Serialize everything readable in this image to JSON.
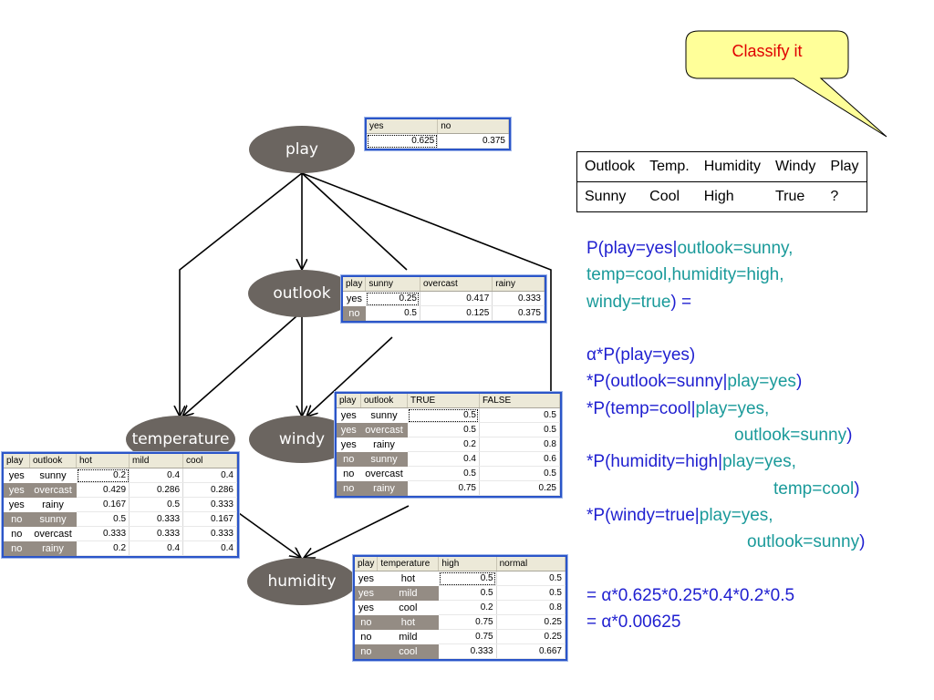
{
  "nodes": {
    "play": "play",
    "outlook": "outlook",
    "temperature": "temperature",
    "windy": "windy",
    "humidity": "humidity"
  },
  "callout": {
    "label": "Classify it",
    "fill": "#ffff99",
    "text_color": "#e00000"
  },
  "instance": {
    "headers": [
      "Outlook",
      "Temp.",
      "Humidity",
      "Windy",
      "Play"
    ],
    "values": [
      "Sunny",
      "Cool",
      "High",
      "True",
      "?"
    ]
  },
  "cpt_play": {
    "headers": [
      "yes",
      "no"
    ],
    "rows": [
      [
        "0.625",
        "0.375"
      ]
    ]
  },
  "cpt_outlook": {
    "headers": [
      "play",
      "sunny",
      "overcast",
      "rainy"
    ],
    "rows": [
      {
        "cond": [
          "yes"
        ],
        "vals": [
          "0.25",
          "0.417",
          "0.333"
        ]
      },
      {
        "cond": [
          "no"
        ],
        "vals": [
          "0.5",
          "0.125",
          "0.375"
        ]
      }
    ]
  },
  "cpt_windy": {
    "headers": [
      "play",
      "outlook",
      "TRUE",
      "FALSE"
    ],
    "rows": [
      {
        "cond": [
          "yes",
          "sunny"
        ],
        "vals": [
          "0.5",
          "0.5"
        ]
      },
      {
        "cond": [
          "yes",
          "overcast"
        ],
        "vals": [
          "0.5",
          "0.5"
        ]
      },
      {
        "cond": [
          "yes",
          "rainy"
        ],
        "vals": [
          "0.2",
          "0.8"
        ]
      },
      {
        "cond": [
          "no",
          "sunny"
        ],
        "vals": [
          "0.4",
          "0.6"
        ]
      },
      {
        "cond": [
          "no",
          "overcast"
        ],
        "vals": [
          "0.5",
          "0.5"
        ]
      },
      {
        "cond": [
          "no",
          "rainy"
        ],
        "vals": [
          "0.75",
          "0.25"
        ]
      }
    ]
  },
  "cpt_temperature": {
    "headers": [
      "play",
      "outlook",
      "hot",
      "mild",
      "cool"
    ],
    "rows": [
      {
        "cond": [
          "yes",
          "sunny"
        ],
        "vals": [
          "0.2",
          "0.4",
          "0.4"
        ]
      },
      {
        "cond": [
          "yes",
          "overcast"
        ],
        "vals": [
          "0.429",
          "0.286",
          "0.286"
        ]
      },
      {
        "cond": [
          "yes",
          "rainy"
        ],
        "vals": [
          "0.167",
          "0.5",
          "0.333"
        ]
      },
      {
        "cond": [
          "no",
          "sunny"
        ],
        "vals": [
          "0.5",
          "0.333",
          "0.167"
        ]
      },
      {
        "cond": [
          "no",
          "overcast"
        ],
        "vals": [
          "0.333",
          "0.333",
          "0.333"
        ]
      },
      {
        "cond": [
          "no",
          "rainy"
        ],
        "vals": [
          "0.2",
          "0.4",
          "0.4"
        ]
      }
    ]
  },
  "cpt_humidity": {
    "headers": [
      "play",
      "temperature",
      "high",
      "normal"
    ],
    "rows": [
      {
        "cond": [
          "yes",
          "hot"
        ],
        "vals": [
          "0.5",
          "0.5"
        ]
      },
      {
        "cond": [
          "yes",
          "mild"
        ],
        "vals": [
          "0.5",
          "0.5"
        ]
      },
      {
        "cond": [
          "yes",
          "cool"
        ],
        "vals": [
          "0.2",
          "0.8"
        ]
      },
      {
        "cond": [
          "no",
          "hot"
        ],
        "vals": [
          "0.75",
          "0.25"
        ]
      },
      {
        "cond": [
          "no",
          "mild"
        ],
        "vals": [
          "0.75",
          "0.25"
        ]
      },
      {
        "cond": [
          "no",
          "cool"
        ],
        "vals": [
          "0.333",
          "0.667"
        ]
      }
    ]
  },
  "formula": {
    "l1a": "P(play=yes|",
    "l1b": "outlook=sunny,",
    "l2": "temp=cool,humidity=high,",
    "l3a": "windy=true",
    "l3b": ") =",
    "l4a": "α",
    "l4b": "*P(play=yes)",
    "l5a": "*P(outlook=sunny|",
    "l5b": "play=yes",
    "l5c": ")",
    "l6a": "*P(temp=cool|",
    "l6b": "play=yes,",
    "l7a": "outlook=sunny",
    "l7b": ")",
    "l8a": "*P(humidity=high|",
    "l8b": "play=yes,",
    "l9a": "temp=cool",
    "l9b": ")",
    "l10a": "*P(windy=true|",
    "l10b": "play=yes,",
    "l11a": "outlook=sunny",
    "l11b": ")",
    "l12": "= α*0.625*0.25*0.4*0.2*0.5",
    "l13": "= α*0.00625"
  },
  "colors": {
    "node": "#6b6560",
    "cpt_border": "#2b55c8",
    "formula_blue": "#1f1fd0",
    "formula_teal": "#1a9a9a"
  }
}
